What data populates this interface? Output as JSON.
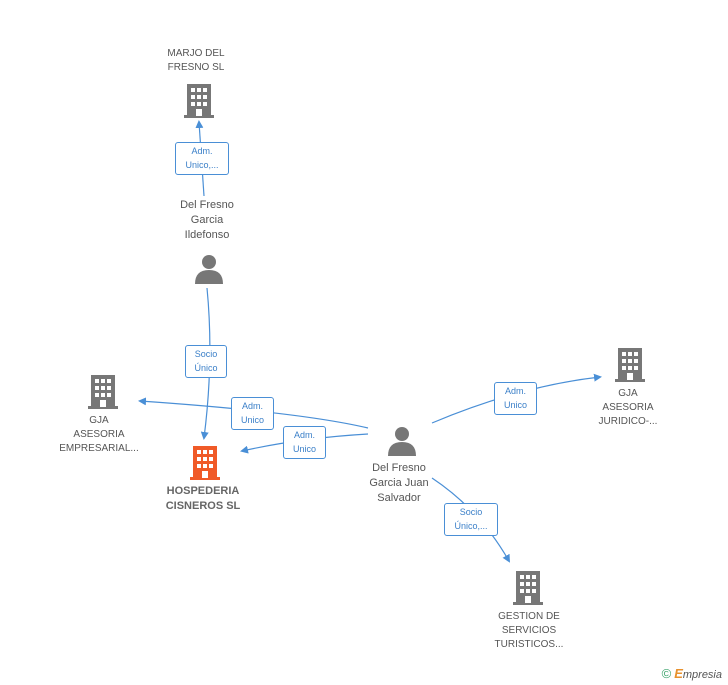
{
  "nodes": {
    "marjo": {
      "label": "MARJO DEL FRESNO SL",
      "lines": [
        "MARJO DEL",
        "FRESNO SL"
      ]
    },
    "ildefonso": {
      "lines": [
        "Del Fresno",
        "Garcia",
        "Ildefonso"
      ]
    },
    "gja_empresarial": {
      "lines": [
        "GJA",
        "ASESORIA",
        "EMPRESARIAL..."
      ]
    },
    "hospederia": {
      "lines": [
        "HOSPEDERIA",
        "CISNEROS SL"
      ]
    },
    "juan_salvador": {
      "lines": [
        "Del Fresno",
        "Garcia Juan",
        "Salvador"
      ]
    },
    "gja_juridico": {
      "lines": [
        "GJA",
        "ASESORIA",
        "JURIDICO-..."
      ]
    },
    "gestion": {
      "lines": [
        "GESTION DE",
        "SERVICIOS",
        "TURISTICOS..."
      ]
    }
  },
  "relations": {
    "r1": {
      "lines": [
        "Adm.",
        "Unico,..."
      ]
    },
    "r2": {
      "lines": [
        "Socio",
        "Único"
      ]
    },
    "r3": {
      "lines": [
        "Adm.",
        "Unico"
      ]
    },
    "r4": {
      "lines": [
        "Adm.",
        "Unico"
      ]
    },
    "r5": {
      "lines": [
        "Adm.",
        "Unico"
      ]
    },
    "r6": {
      "lines": [
        "Socio",
        "Único,..."
      ]
    }
  },
  "colors": {
    "company_icon": "#777777",
    "main_company_icon": "#f05a28",
    "person_icon": "#777777",
    "edge": "#4a8fd6"
  },
  "icons": {
    "company": "building-icon",
    "person": "person-icon"
  },
  "footer": {
    "copyright": "©",
    "brand_initial": "E",
    "brand_rest": "mpresia"
  }
}
